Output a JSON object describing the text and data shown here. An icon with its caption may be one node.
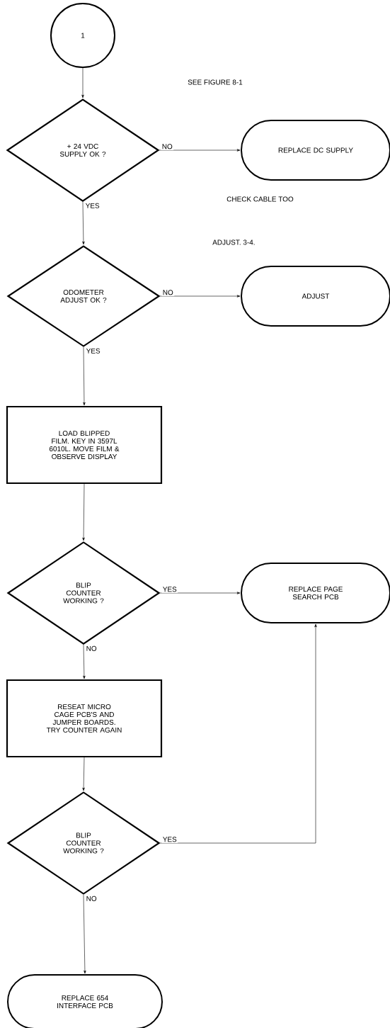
{
  "diagram": {
    "nodes": [
      {
        "text": [
          "1"
        ]
      },
      {
        "text": [
          "+ 24 VDC SUPPLY OK ?"
        ]
      },
      {
        "text": [
          "REPLACE DC SUPPLY"
        ]
      },
      {
        "text": [
          "ODOMETER ADJUST OK ?"
        ]
      },
      {
        "text": [
          "ADJUST"
        ]
      },
      {
        "text": [
          "LOAD BLIPPED FILM. KEY IN 3597L 6010L. MOVE FILM & OBSERVE DISPLAY"
        ]
      },
      {
        "text": [
          "BLIP COUNTER WORKING ?"
        ]
      },
      {
        "text": [
          "REPLACE PAGE SEARCH PCB"
        ]
      },
      {
        "text": [
          "RESEAT MICRO CAGE PCB'S AND JUMPER BOARDS. TRY COUNTER AGAIN"
        ]
      },
      {
        "text": [
          "BLIP COUNTER WORKING ?"
        ]
      },
      {
        "text": [
          "REPLACE 654 INTERFACE PCB"
        ]
      }
    ],
    "edges": [
      {
        "from": 0,
        "to": 1,
        "arrow": "to"
      },
      {
        "from": 1,
        "to": 2,
        "arrow": "to",
        "label": "NO"
      },
      {
        "from": 1,
        "to": 3,
        "arrow": "to",
        "label": "YES"
      },
      {
        "from": 3,
        "to": 4,
        "arrow": "to",
        "label": "NO"
      },
      {
        "from": 3,
        "to": 5,
        "arrow": "to",
        "label": "YES"
      },
      {
        "from": 5,
        "to": 6,
        "arrow": "to"
      },
      {
        "from": 6,
        "to": 7,
        "arrow": "to",
        "label": "YES"
      },
      {
        "from": 6,
        "to": 8,
        "arrow": "to",
        "label": "NO"
      },
      {
        "from": 8,
        "to": 9,
        "arrow": "to"
      },
      {
        "from": 9,
        "to": 7,
        "arrow": "to",
        "label": "YES"
      },
      {
        "from": 9,
        "to": 10,
        "arrow": "to",
        "label": "NO"
      }
    ],
    "labels": [
      "SEE FIGURE 8-1",
      "CHECK CABLE TOO",
      "ADJUST. 3-4."
    ]
  }
}
